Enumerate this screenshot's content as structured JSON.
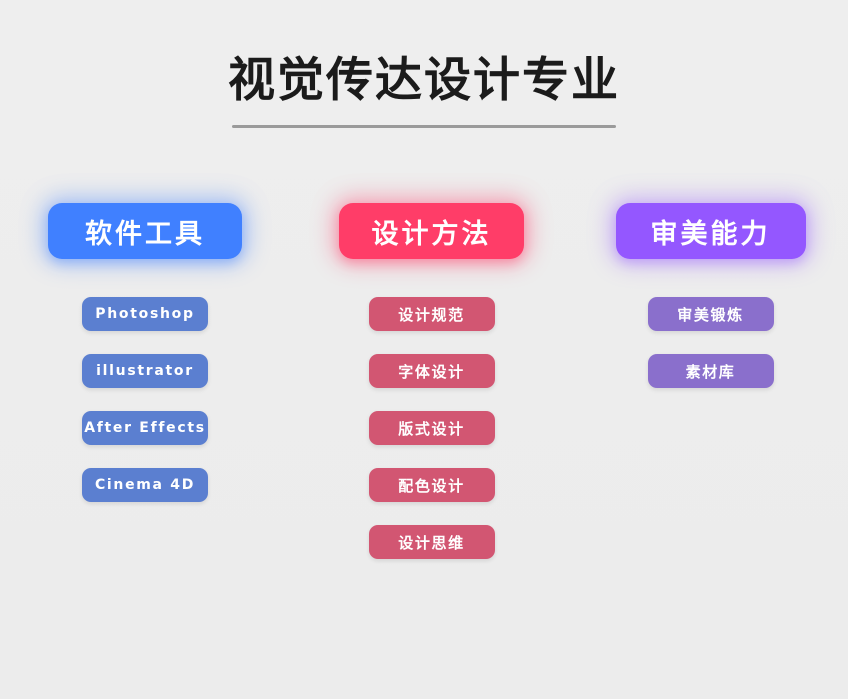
{
  "page": {
    "title": "视觉传达设计专业",
    "background_color": "#ececec",
    "divider_color": "#9a9a9a"
  },
  "categories": [
    {
      "header": "软件工具",
      "header_color": "#4080ff",
      "item_color": "#5b7fd0",
      "script": "latin",
      "items": [
        "Photoshop",
        "illustrator",
        "After Effects",
        "Cinema 4D"
      ]
    },
    {
      "header": "设计方法",
      "header_color": "#ff3d68",
      "item_color": "#d25672",
      "script": "cjk",
      "items": [
        "设计规范",
        "字体设计",
        "版式设计",
        "配色设计",
        "设计思维"
      ]
    },
    {
      "header": "审美能力",
      "header_color": "#9457ff",
      "item_color": "#8a6fcc",
      "script": "cjk",
      "items": [
        "审美锻炼",
        "素材库"
      ]
    }
  ]
}
